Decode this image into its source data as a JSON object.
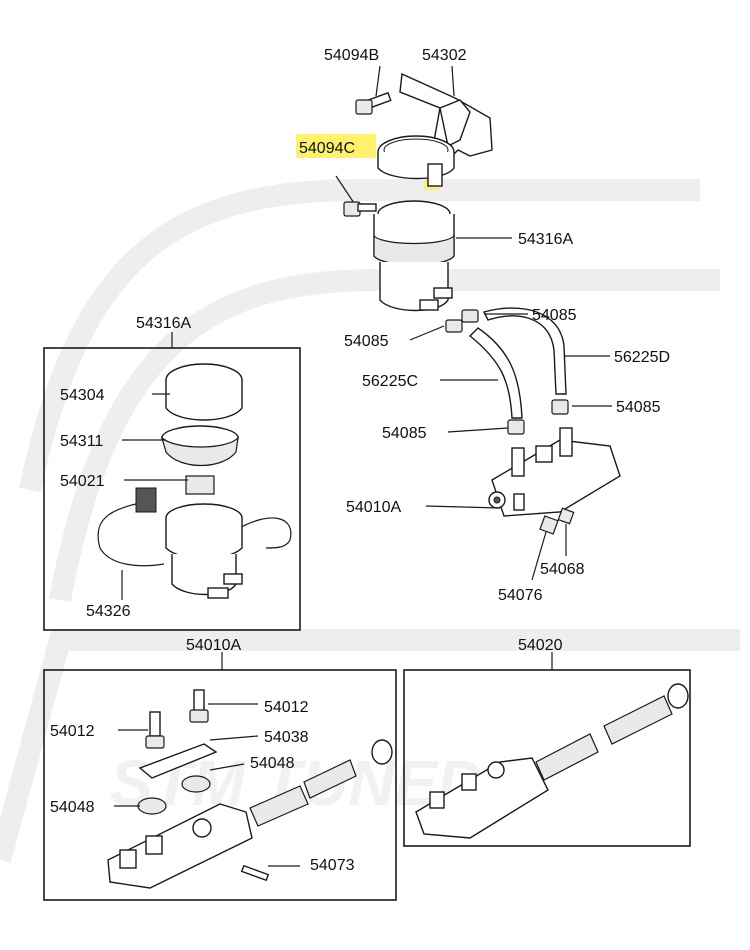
{
  "diagram": {
    "labels": {
      "bolt_top": "54094B",
      "bracket": "54302",
      "band_bolt": "54094C",
      "reservoir_top": "54316A",
      "hose_fitting_1": "54085",
      "hose_fitting_2": "54085",
      "hose_right": "56225D",
      "hose_left": "56225C",
      "fitting_right_low": "54085",
      "fitting_left_low": "54085",
      "master_cyl_top": "54010A",
      "nut_68": "54068",
      "nut_76": "54076",
      "inset_reservoir_title": "54316A",
      "cap": "54304",
      "strainer": "54311",
      "switch": "54021",
      "harness": "54326",
      "inset_mc_title": "54010A",
      "fitting_12a": "54012",
      "fitting_12b": "54012",
      "plate": "54038",
      "grommet_48a": "54048",
      "grommet_48b": "54048",
      "pin": "54073",
      "inset_kit_title": "54020"
    },
    "watermark": "STM TUNED",
    "highlight_color": "#ffef5c"
  }
}
